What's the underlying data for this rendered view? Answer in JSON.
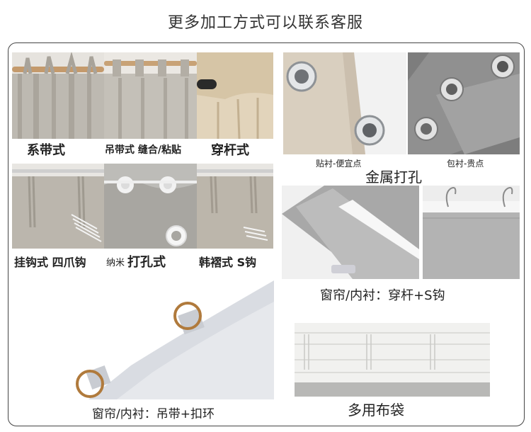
{
  "header": {
    "title": "更多加工方式可以联系客服"
  },
  "left_top": {
    "captions": [
      "系带式",
      "吊带式 缝合/粘贴",
      "穿杆式"
    ]
  },
  "left_mid": {
    "captions": [
      "挂钩式 四爪钩",
      "纳米",
      "打孔式",
      "韩褶式 S钩"
    ]
  },
  "grommet": {
    "sub_left": "贴衬-便宜点",
    "sub_right": "包衬-贵点",
    "label": "金属打孔"
  },
  "rod_pocket": {
    "label": "窗帘/内衬：穿杆+S钩"
  },
  "tab_ring": {
    "label": "窗帘/内衬：吊带+扣环"
  },
  "tape": {
    "label": "多用布袋"
  },
  "colors": {
    "fabric_linen": "#b9b5ad",
    "fabric_gray": "#8c8c8c",
    "fabric_beige": "#d9c9ad",
    "ring_metal": "#b8bcc0"
  }
}
